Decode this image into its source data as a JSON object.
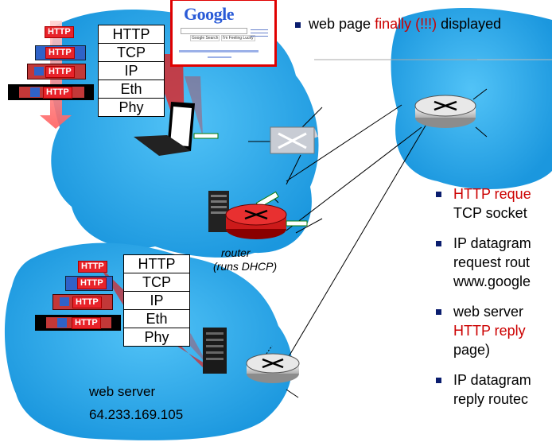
{
  "top_bullet": {
    "pre": "web page",
    "highlight": "finally (!!!)",
    "post": "displayed"
  },
  "google_logo": "Google",
  "google_buttons": [
    "Google Search",
    "I'm Feeling Lucky"
  ],
  "stack_top": [
    "HTTP",
    "TCP",
    "IP",
    "Eth",
    "Phy"
  ],
  "stack_bottom": [
    "HTTP",
    "TCP",
    "IP",
    "Eth",
    "Phy"
  ],
  "encap_tag": "HTTP",
  "router_label": {
    "line1": "router",
    "line2": "(runs DHCP)"
  },
  "server_label": "web server",
  "server_ip": "64.233.169.105",
  "bullets": [
    {
      "line1_red": "HTTP reque",
      "line2": "TCP socket"
    },
    {
      "line1": "IP datagram",
      "line2": "request rout",
      "line3": "www.google"
    },
    {
      "line1": "web server",
      "line2_red": "HTTP reply",
      "line3": "page)"
    },
    {
      "line1": "IP datagram",
      "line2": "reply routec"
    }
  ],
  "colors": {
    "accent_red": "#cc0000",
    "cloud_blue": "#2aa4e6",
    "bullet_navy": "#0a1d6e"
  }
}
